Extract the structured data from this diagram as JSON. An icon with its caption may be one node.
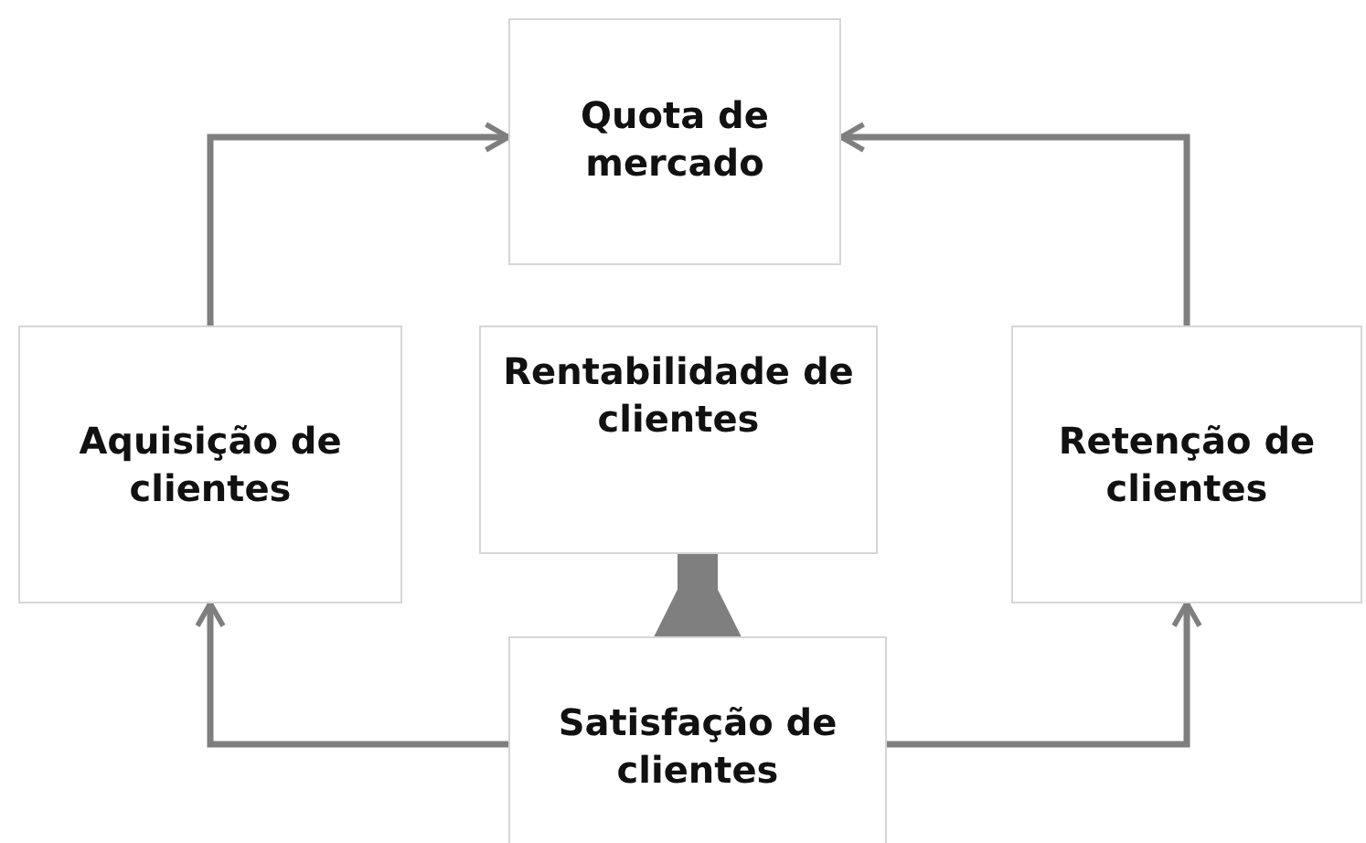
{
  "diagram": {
    "nodes": [
      {
        "text": [
          "Quota de mercado"
        ]
      },
      {
        "text": [
          "Aquisição de clientes"
        ]
      },
      {
        "text": [
          "Rentabilidade de clientes"
        ]
      },
      {
        "text": [
          "Retenção de clientes"
        ]
      },
      {
        "text": [
          "Satisfação de clientes"
        ]
      }
    ],
    "edges": [
      {
        "from": 1,
        "to": 0,
        "arrow": "to"
      },
      {
        "from": 3,
        "to": 0,
        "arrow": "to"
      },
      {
        "from": 4,
        "to": 1,
        "arrow": "to"
      },
      {
        "from": 4,
        "to": 3,
        "arrow": "to"
      },
      {
        "from": 4,
        "to": 2,
        "arrow": "to",
        "style": "thick"
      }
    ]
  }
}
